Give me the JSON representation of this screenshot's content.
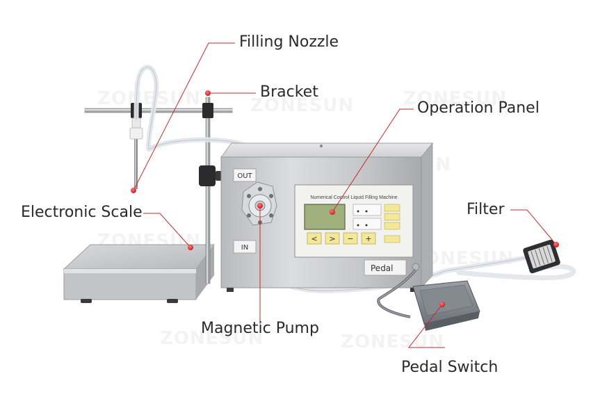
{
  "labels": {
    "filling_nozzle": "Filling Nozzle",
    "bracket": "Bracket",
    "operation_panel": "Operation Panel",
    "electronic_scale": "Electronic Scale",
    "filter": "Filter",
    "magnetic_pump": "Magnetic Pump",
    "pedal_switch": "Pedal Switch"
  },
  "machine": {
    "out_label": "OUT",
    "in_label": "IN",
    "panel_title": "Numerical Control Liquid Filling Machine",
    "pedal_label": "Pedal",
    "buttons": [
      "<",
      ">",
      "−",
      "+"
    ]
  },
  "watermark": "ZONESUN",
  "colors": {
    "accent": "#e0201e",
    "leader": "#c62828",
    "steel": "#c9c9cc",
    "panel_yellow": "#f3e89a"
  }
}
